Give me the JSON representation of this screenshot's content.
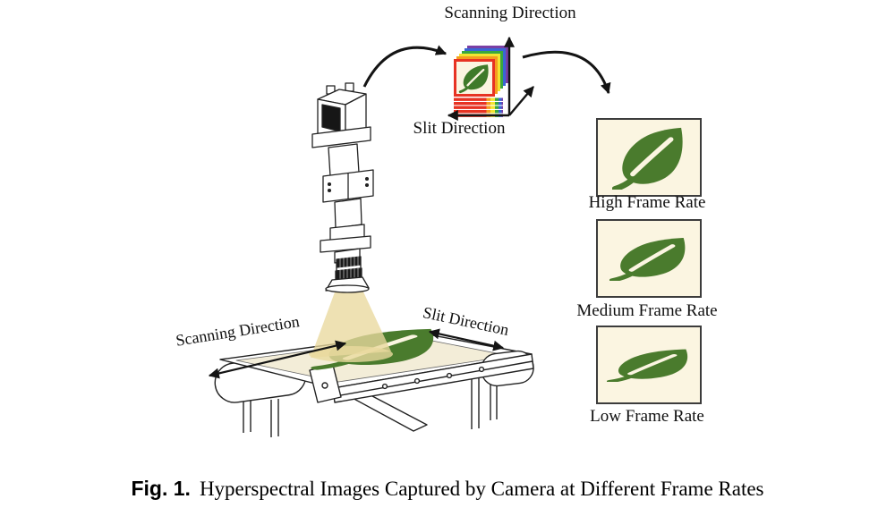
{
  "figure": {
    "caption": {
      "label": "Fig. 1.",
      "text": "Hyperspectral Images Captured by Camera at Different Frame Rates"
    }
  },
  "hypercube_axes": {
    "scanning_direction_label": "Scanning Direction",
    "slit_direction_label": "Slit Direction"
  },
  "conveyor": {
    "scanning_direction_label": "Scanning Direction",
    "slit_direction_label": "Slit Direction"
  },
  "frame_rate_outputs": [
    {
      "label": "High Frame Rate"
    },
    {
      "label": "Medium Frame Rate"
    },
    {
      "label": "Low Frame Rate"
    }
  ],
  "icons": {
    "leaf": "leaf-icon",
    "camera": "hyperspectral-camera-illustration",
    "conveyor": "conveyor-belt-illustration"
  },
  "colors": {
    "leaf_green": "#4a7b2d",
    "card_background": "#fbf5e1",
    "light_beam": "#e9d99d",
    "belt_surface": "#f3edd8",
    "band_colors": [
      "#e73323",
      "#f59d20",
      "#f2e531",
      "#3aa83e",
      "#3967d4",
      "#7a3fa5"
    ]
  }
}
